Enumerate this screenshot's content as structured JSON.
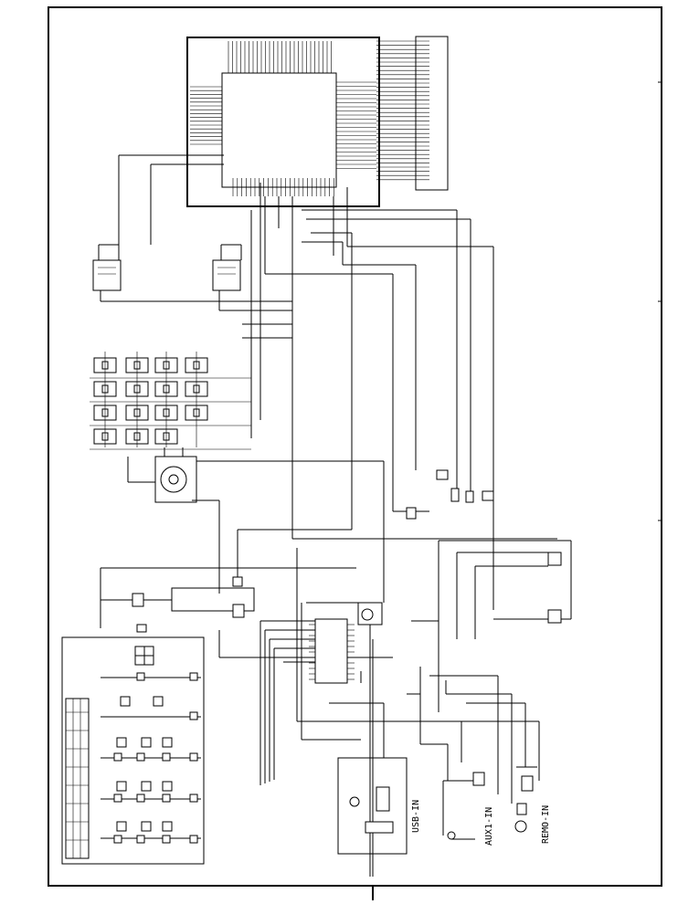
{
  "connectors": {
    "usb_in": "USB-IN",
    "aux_in": "AUX1-IN",
    "remo_in": "REMO-IN"
  },
  "colors": {
    "line": "#000000",
    "background": "#ffffff"
  }
}
